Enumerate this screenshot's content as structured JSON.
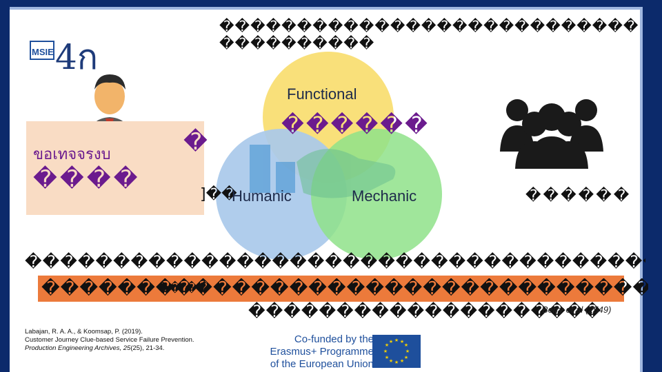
{
  "slide": {
    "title": "�������������������������������������",
    "logo": {
      "brand": "MSIE",
      "symbol": "4ก"
    },
    "left_box": {
      "line1": "ขอเทจจรงบ",
      "line2": "����",
      "purple_glyph": "�"
    },
    "venn": {
      "functional_label": "Functional",
      "functional_thai": "������",
      "humanic_label": "Humanic",
      "mechanic_label": "Mechanic",
      "left_fragment": "]��"
    },
    "right_label": "������",
    "description_line": "��������������������������������������������������������",
    "orange_bar_text": "�������������������������������������",
    "orange_overlay": "�� ��",
    "lower_line": "��������������������",
    "citation": "Berry et al (2549)",
    "reference": {
      "authors": "Labajan, R. A. A., & Koomsap, P. (2019).",
      "title": "Customer Journey Clue-based Service Failure Prevention.",
      "journal": "Production Engineering Archives, 25",
      "issue_pages": "(25), 21-34."
    },
    "erasmus": {
      "line1": "Co-funded by the",
      "line2": "Erasmus+ Programme",
      "line3": "of the European Union"
    },
    "colors": {
      "frame": "#0c2a6b",
      "accent_purple": "#6b1b8e",
      "orange_bar": "#ec7a3b",
      "peach_box": "#f9dcc4",
      "venn_functional": "#f9e07a",
      "venn_humanic": "#a9c9ea",
      "venn_mechanic": "#8fe28a",
      "eu_blue": "#1e4f9c"
    },
    "icons": [
      "msie-logo-icon",
      "businessman-icon",
      "crowd-icon",
      "handshake-icon",
      "eu-flag-icon"
    ]
  }
}
